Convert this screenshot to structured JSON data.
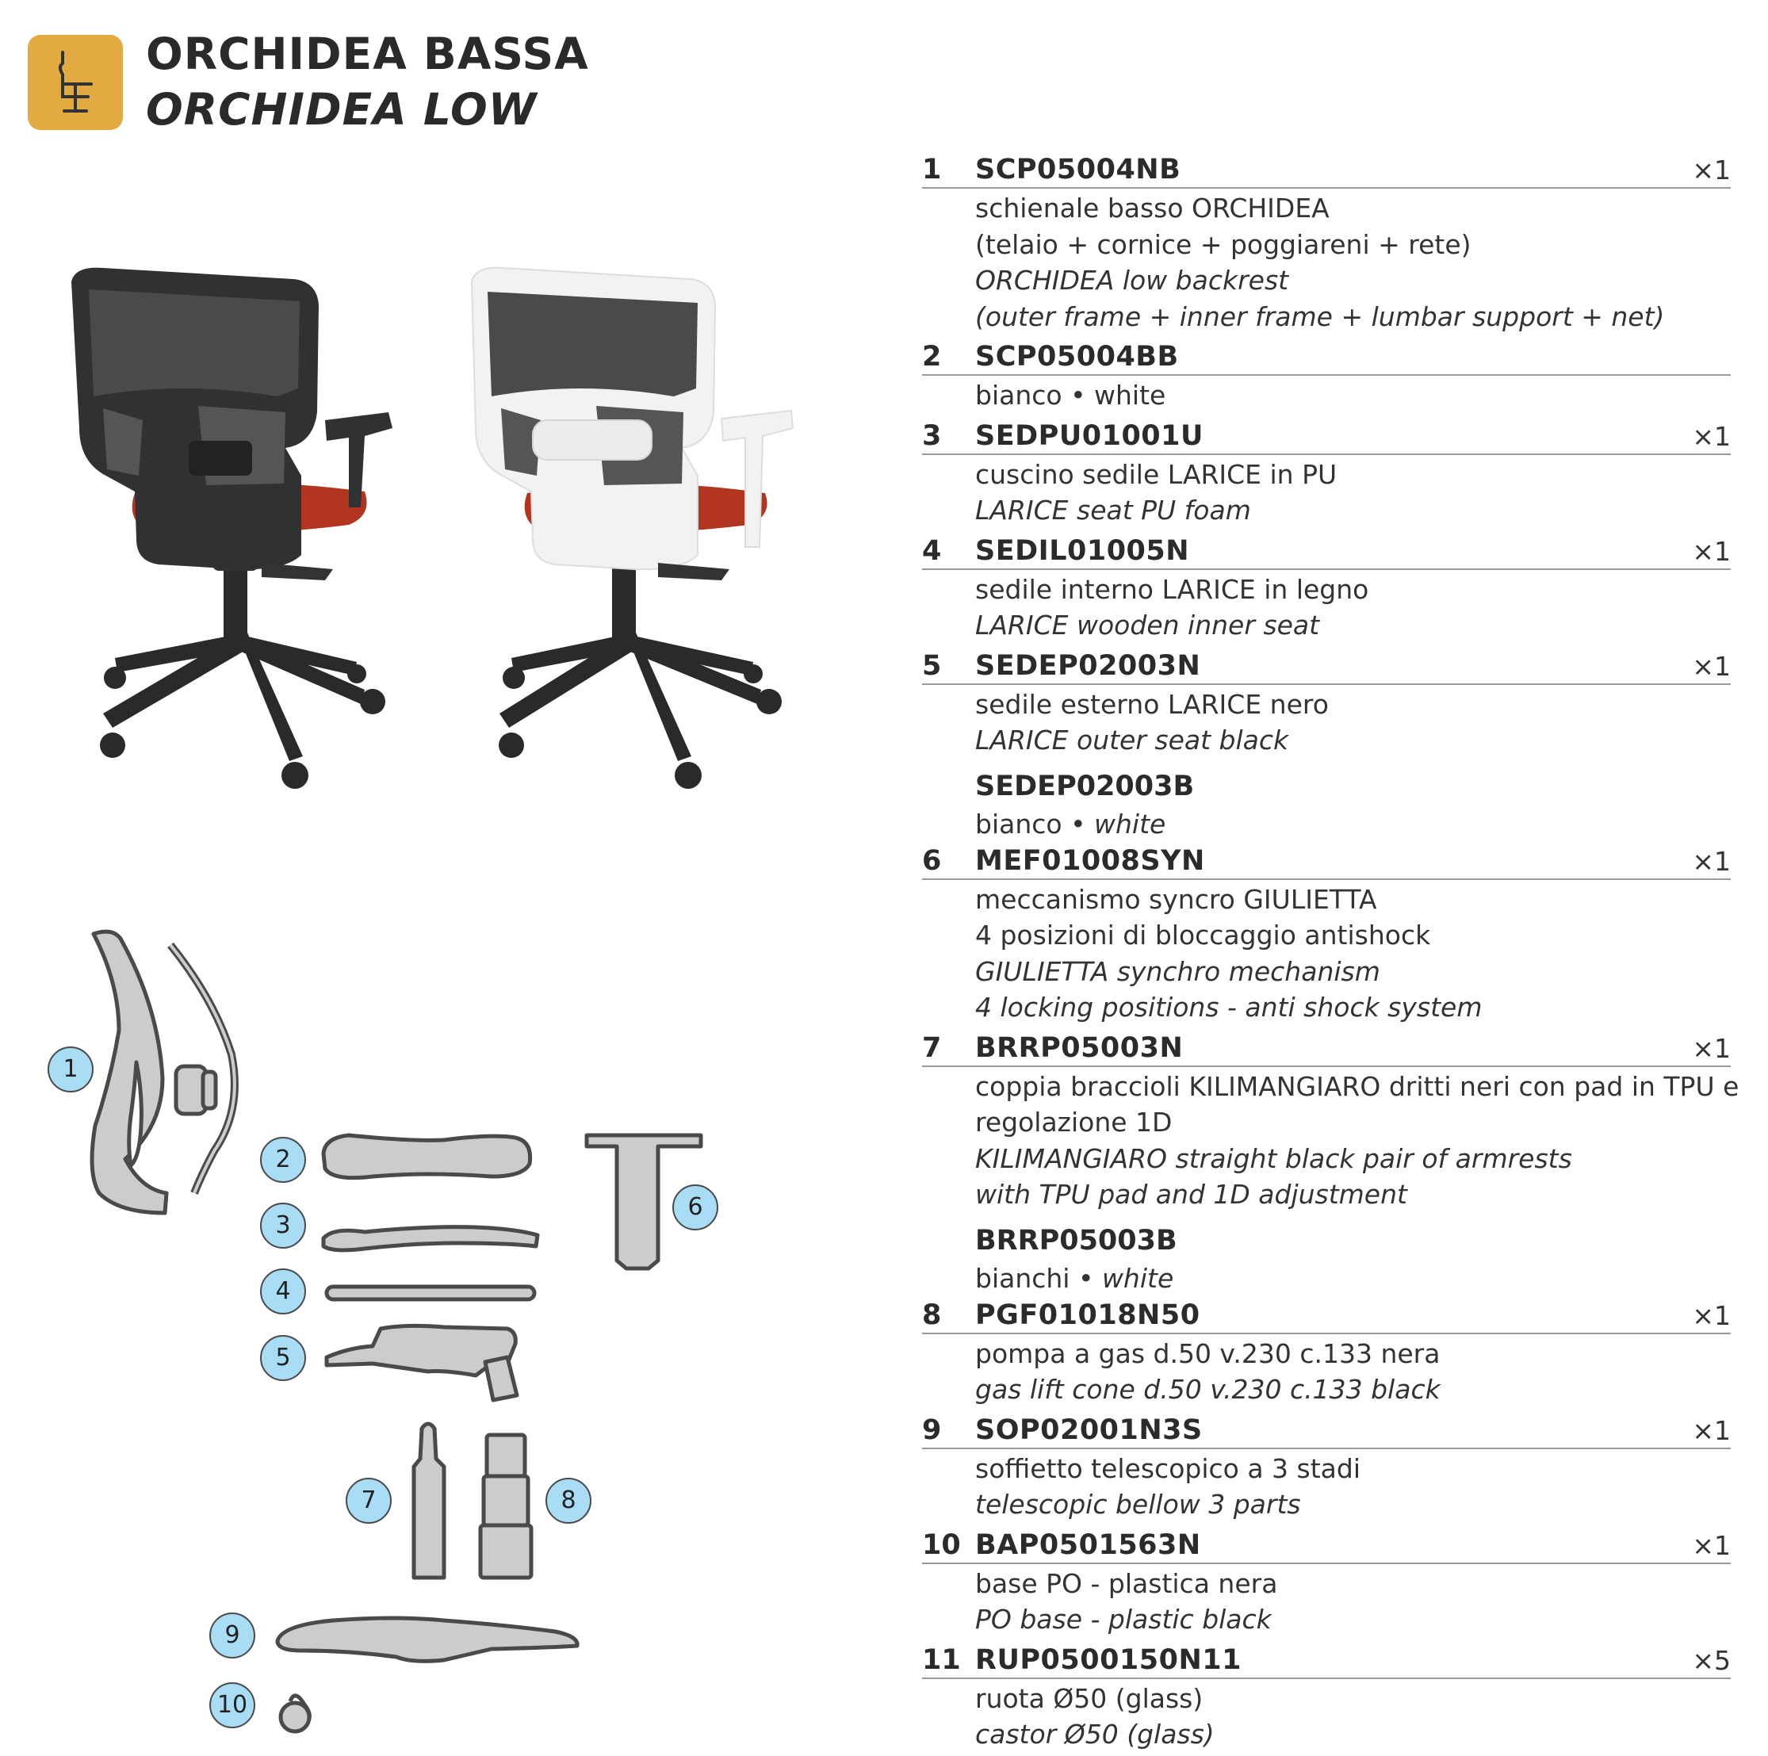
{
  "header": {
    "title_it": "ORCHIDEA BASSA",
    "title_en": "ORCHIDEA LOW",
    "logo_icon": "chair-side-icon",
    "logo_color": "#e3aa42"
  },
  "parts": [
    {
      "num": "1",
      "code": "SCP05004NB",
      "qty": "×1",
      "lines": [
        {
          "text": "schienale basso ORCHIDEA",
          "italic": false
        },
        {
          "text": "(telaio + cornice + poggiareni + rete)",
          "italic": false
        },
        {
          "text": "ORCHIDEA low backrest",
          "italic": true
        },
        {
          "text": "(outer frame + inner frame + lumbar support + net)",
          "italic": true
        }
      ]
    },
    {
      "num": "2",
      "code": "SCP05004BB",
      "qty": "",
      "lines": [
        {
          "text": "bianco • white",
          "italic": false
        }
      ]
    },
    {
      "num": "3",
      "code": "SEDPU01001U",
      "qty": "×1",
      "lines": [
        {
          "text": "cuscino sedile LARICE in PU",
          "italic": false
        },
        {
          "text": "LARICE seat PU foam",
          "italic": true
        }
      ]
    },
    {
      "num": "4",
      "code": "SEDIL01005N",
      "qty": "×1",
      "lines": [
        {
          "text": "sedile interno LARICE in legno",
          "italic": false
        },
        {
          "text": "LARICE wooden inner seat",
          "italic": true
        }
      ]
    },
    {
      "num": "5",
      "code": "SEDEP02003N",
      "qty": "×1",
      "lines": [
        {
          "text": "sedile esterno LARICE nero",
          "italic": false
        },
        {
          "text": "LARICE outer seat black",
          "italic": true
        }
      ],
      "alt": {
        "code": "SEDEP02003B",
        "plain": "bianco • ",
        "italic": "white"
      }
    },
    {
      "num": "6",
      "code": "MEF01008SYN",
      "qty": "×1",
      "lines": [
        {
          "text": "meccanismo syncro GIULIETTA",
          "italic": false
        },
        {
          "text": "4 posizioni di bloccaggio antishock",
          "italic": false
        },
        {
          "text": "GIULIETTA synchro mechanism",
          "italic": true
        },
        {
          "text": "4 locking positions - anti shock system",
          "italic": true
        }
      ]
    },
    {
      "num": "7",
      "code": "BRRP05003N",
      "qty": "×1",
      "lines": [
        {
          "text": "coppia braccioli KILIMANGIARO dritti neri con pad in TPU e",
          "italic": false
        },
        {
          "text": "regolazione 1D",
          "italic": false
        },
        {
          "text": "KILIMANGIARO straight black pair of armrests",
          "italic": true
        },
        {
          "text": "with TPU pad and 1D adjustment",
          "italic": true
        }
      ],
      "alt": {
        "code": "BRRP05003B",
        "plain": "bianchi • ",
        "italic": "white"
      }
    },
    {
      "num": "8",
      "code": "PGF01018N50",
      "qty": "×1",
      "lines": [
        {
          "text": "pompa a gas d.50 v.230 c.133 nera",
          "italic": false
        },
        {
          "text": "gas lift cone d.50 v.230 c.133  black",
          "italic": true
        }
      ]
    },
    {
      "num": "9",
      "code": "SOP02001N3S",
      "qty": "×1",
      "lines": [
        {
          "text": "soffietto telescopico a 3 stadi",
          "italic": false
        },
        {
          "text": "telescopic bellow 3 parts",
          "italic": true
        }
      ]
    },
    {
      "num": "10",
      "code": "BAP0501563N",
      "qty": "×1",
      "lines": [
        {
          "text": "base PO - plastica nera",
          "italic": false
        },
        {
          "text": "PO base - plastic black",
          "italic": true
        }
      ]
    },
    {
      "num": "11",
      "code": "RUP0500150N11",
      "qty": "×5",
      "lines": [
        {
          "text": "ruota Ø50 (glass)",
          "italic": false
        },
        {
          "text": "castor Ø50 (glass)",
          "italic": true
        }
      ]
    }
  ],
  "diagram": {
    "badges": [
      "1",
      "2",
      "3",
      "4",
      "5",
      "6",
      "7",
      "8",
      "9",
      "10"
    ],
    "badge_color": "#a9dcf5",
    "part_fill": "#cccccc"
  },
  "photos": {
    "chair_black": {
      "mesh": "#3a3a3a",
      "frame": "#2f3133",
      "seat": "#b2351f"
    },
    "chair_white": {
      "mesh": "#3a3a3a",
      "frame": "#f2f2f2",
      "seat": "#b2351f"
    }
  }
}
